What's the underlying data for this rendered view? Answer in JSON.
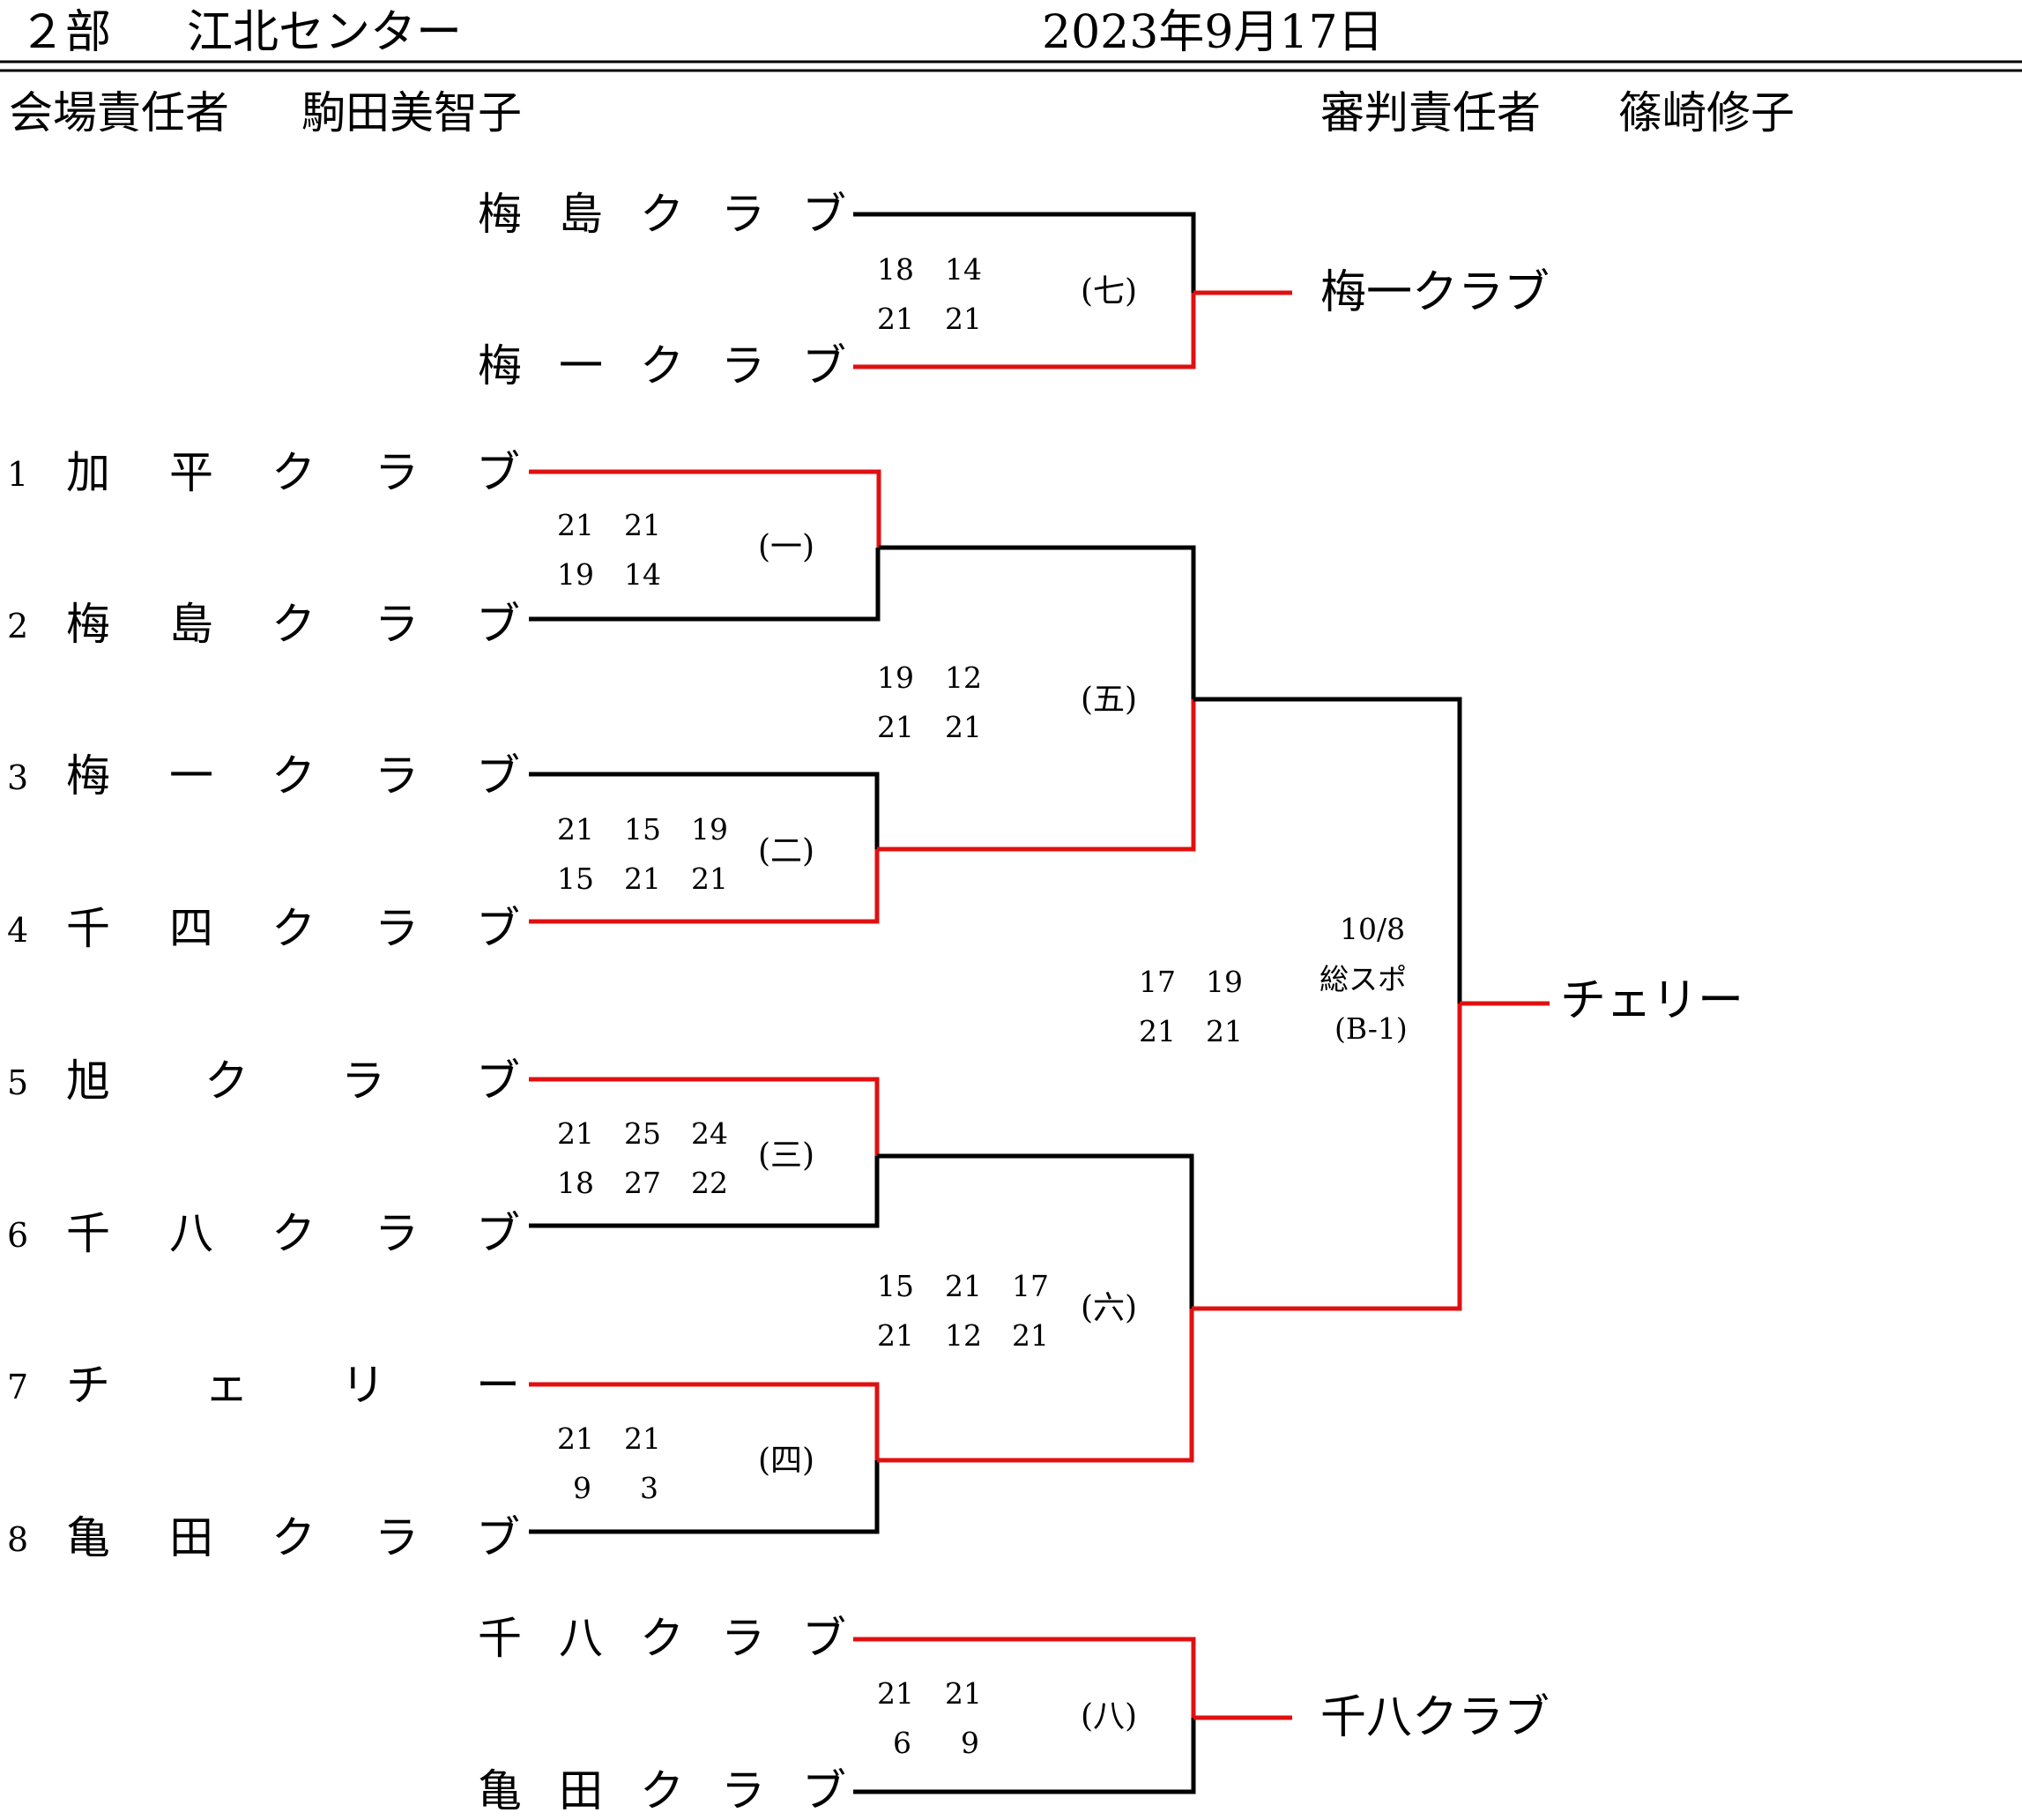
{
  "header": {
    "division": "２部",
    "venue": "江北センター",
    "date": "2023年9月17日",
    "venue_manager_label": "会場責任者",
    "venue_manager_name": "駒田美智子",
    "referee_manager_label": "審判責任者",
    "referee_manager_name": "篠崎修子"
  },
  "colors": {
    "winner_line": "#e01010",
    "loser_line": "#000000"
  },
  "teams": [
    {
      "num": "1",
      "chars": [
        "加",
        "平",
        "ク",
        "ラ",
        "ブ"
      ]
    },
    {
      "num": "2",
      "chars": [
        "梅",
        "島",
        "ク",
        "ラ",
        "ブ"
      ]
    },
    {
      "num": "3",
      "chars": [
        "梅",
        "一",
        "ク",
        "ラ",
        "ブ"
      ]
    },
    {
      "num": "4",
      "chars": [
        "千",
        "四",
        "ク",
        "ラ",
        "ブ"
      ]
    },
    {
      "num": "5",
      "chars": [
        "旭",
        "ク",
        "ラ",
        "ブ"
      ]
    },
    {
      "num": "6",
      "chars": [
        "千",
        "八",
        "ク",
        "ラ",
        "ブ"
      ]
    },
    {
      "num": "7",
      "chars": [
        "チ",
        "ェ",
        "リ",
        "ー"
      ]
    },
    {
      "num": "8",
      "chars": [
        "亀",
        "田",
        "ク",
        "ラ",
        "ブ"
      ]
    }
  ],
  "matches": {
    "m1": {
      "label": "(一)",
      "scores": [
        [
          "21",
          "21"
        ],
        [
          "19",
          "14"
        ]
      ]
    },
    "m2": {
      "label": "(二)",
      "scores": [
        [
          "21",
          "15",
          "19"
        ],
        [
          "15",
          "21",
          "21"
        ]
      ]
    },
    "m3": {
      "label": "(三)",
      "scores": [
        [
          "21",
          "25",
          "24"
        ],
        [
          "18",
          "27",
          "22"
        ]
      ]
    },
    "m4": {
      "label": "(四)",
      "scores": [
        [
          "21",
          "21"
        ],
        [
          "9",
          "3"
        ]
      ]
    },
    "m5": {
      "label": "(五)",
      "scores": [
        [
          "19",
          "12"
        ],
        [
          "21",
          "21"
        ]
      ]
    },
    "m6": {
      "label": "(六)",
      "scores": [
        [
          "15",
          "21",
          "17"
        ],
        [
          "21",
          "12",
          "21"
        ]
      ]
    },
    "m7": {
      "label": "(七)",
      "top_team": [
        "梅",
        "島",
        "ク",
        "ラ",
        "ブ"
      ],
      "bottom_team": [
        "梅",
        "一",
        "ク",
        "ラ",
        "ブ"
      ],
      "scores": [
        [
          "18",
          "14"
        ],
        [
          "21",
          "21"
        ]
      ],
      "winner": "梅一クラブ"
    },
    "m8": {
      "label": "(八)",
      "top_team": [
        "千",
        "八",
        "ク",
        "ラ",
        "ブ"
      ],
      "bottom_team": [
        "亀",
        "田",
        "ク",
        "ラ",
        "ブ"
      ],
      "scores": [
        [
          "21",
          "21"
        ],
        [
          "6",
          "9"
        ]
      ],
      "winner": "千八クラブ"
    },
    "final": {
      "date": "10/8",
      "place": "総スポ",
      "court": "(B-1)",
      "scores": [
        [
          "17",
          "19"
        ],
        [
          "21",
          "21"
        ]
      ],
      "winner": "チェリー"
    }
  }
}
